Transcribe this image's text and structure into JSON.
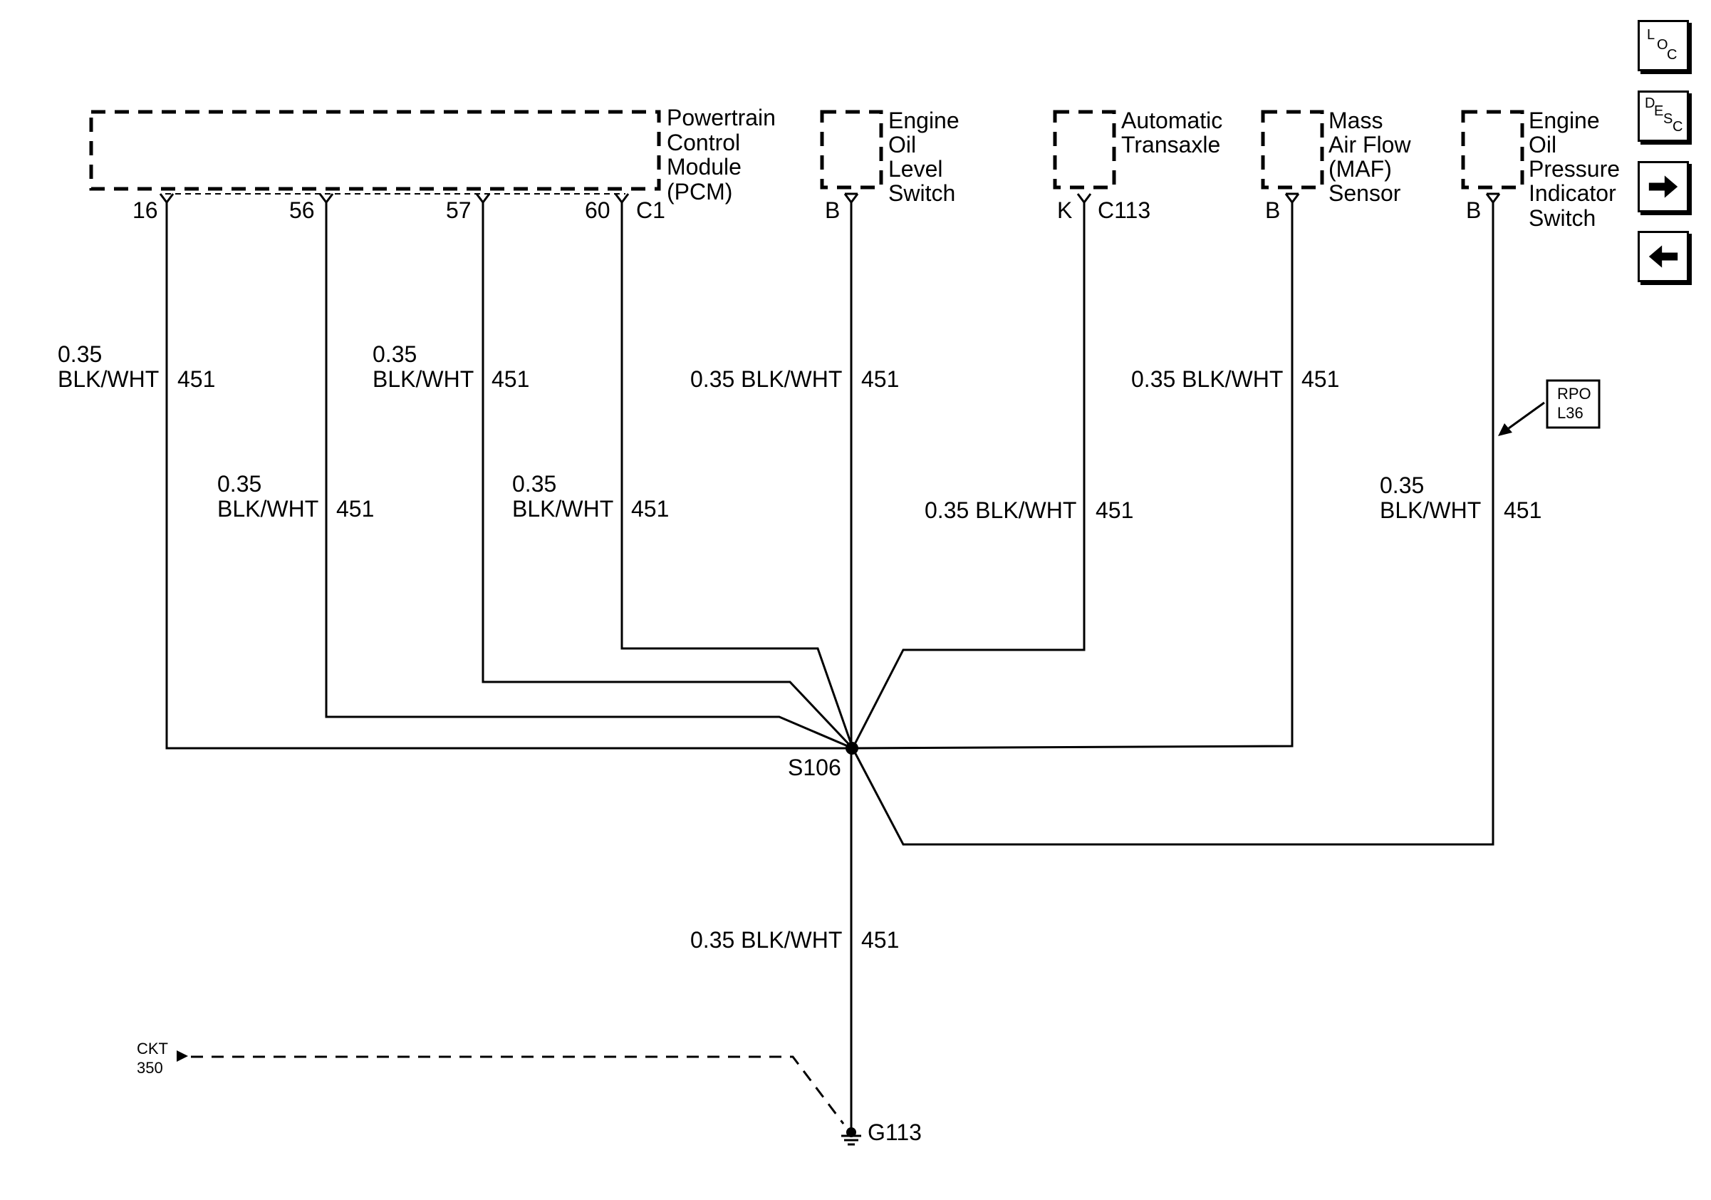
{
  "components": {
    "pcm": {
      "lines": [
        "Powertrain",
        "Control",
        "Module",
        "(PCM)"
      ]
    },
    "oil_level": {
      "lines": [
        "Engine",
        "Oil",
        "Level",
        "Switch"
      ]
    },
    "transaxle": {
      "lines": [
        "Automatic",
        "Transaxle"
      ]
    },
    "maf": {
      "lines": [
        "Mass",
        "Air Flow",
        "(MAF)",
        "Sensor"
      ]
    },
    "oil_pressure": {
      "lines": [
        "Engine",
        "Oil",
        "Pressure",
        "Indicator",
        "Switch"
      ]
    }
  },
  "pins": {
    "pcm_16": "16",
    "pcm_56": "56",
    "pcm_57": "57",
    "pcm_60": "60",
    "pcm_connector": "C1",
    "oil_level": "B",
    "transaxle": "K",
    "transaxle_connector": "C113",
    "maf": "B",
    "oil_pressure": "B"
  },
  "wire": {
    "size": "0.35",
    "color": "BLK/WHT",
    "circuit": "451",
    "inline_label": "0.35 BLK/WHT"
  },
  "splice": "S106",
  "ground": "G113",
  "rpo": {
    "line1": "RPO",
    "line2": "L36"
  },
  "ckt": {
    "line1": "CKT",
    "line2": "350"
  },
  "nav": {
    "loc": {
      "l1": "L",
      "l2": "O",
      "l3": "C"
    },
    "desc": {
      "l1": "D",
      "l2": "E",
      "l3": "S",
      "l4": "C"
    },
    "next_icon": "right-arrow-icon",
    "prev_icon": "left-arrow-icon"
  }
}
